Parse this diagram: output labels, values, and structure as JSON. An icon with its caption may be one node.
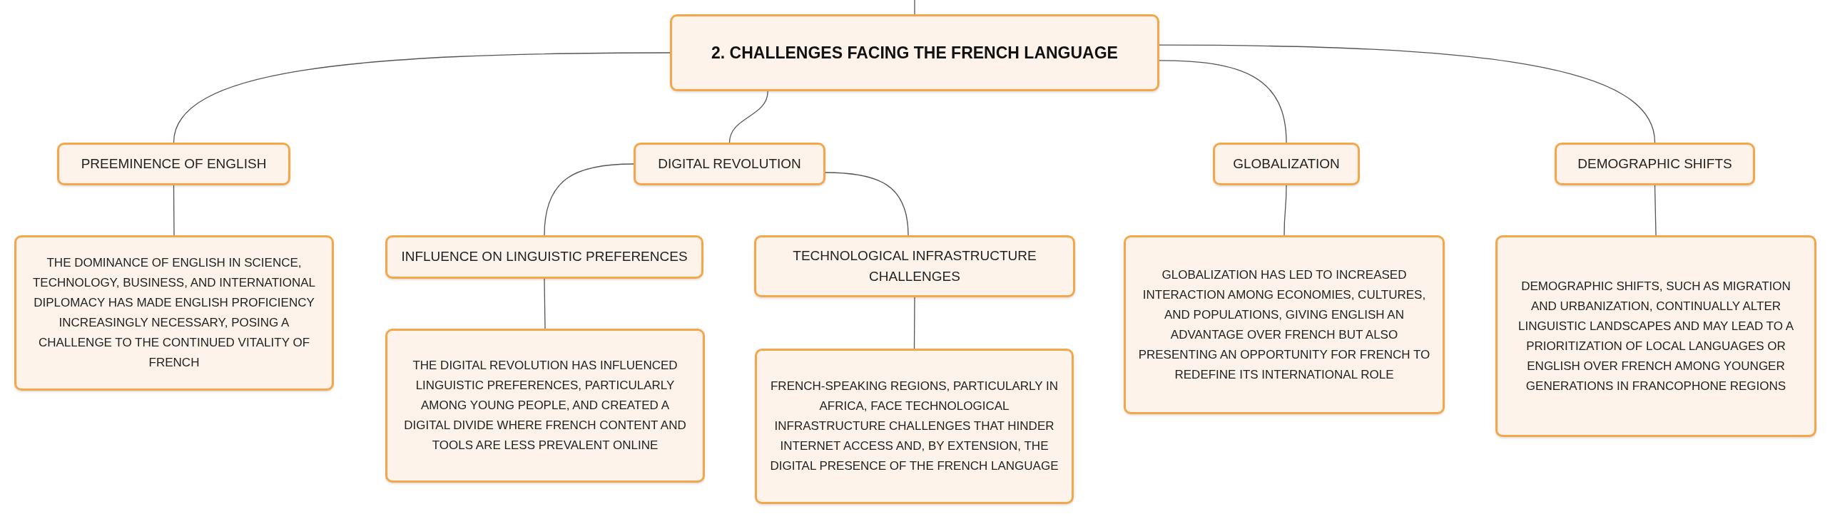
{
  "diagram": {
    "nodes": [
      {
        "text": [
          "2. CHALLENGES FACING THE FRENCH LANGUAGE"
        ]
      },
      {
        "text": [
          "PREEMINENCE OF ENGLISH"
        ]
      },
      {
        "text": [
          "THE DOMINANCE OF ENGLISH IN SCIENCE, TECHNOLOGY, BUSINESS, AND INTERNATIONAL DIPLOMACY HAS MADE ENGLISH PROFICIENCY INCREASINGLY NECESSARY, POSING A CHALLENGE TO THE CONTINUED VITALITY OF FRENCH"
        ]
      },
      {
        "text": [
          "DIGITAL REVOLUTION"
        ]
      },
      {
        "text": [
          "INFLUENCE ON LINGUISTIC PREFERENCES"
        ]
      },
      {
        "text": [
          "THE DIGITAL REVOLUTION HAS INFLUENCED LINGUISTIC PREFERENCES, PARTICULARLY AMONG YOUNG PEOPLE, AND CREATED A DIGITAL DIVIDE WHERE FRENCH CONTENT AND TOOLS ARE LESS PREVALENT ONLINE"
        ]
      },
      {
        "text": [
          "TECHNOLOGICAL INFRASTRUCTURE CHALLENGES"
        ]
      },
      {
        "text": [
          "FRENCH-SPEAKING REGIONS, PARTICULARLY IN AFRICA, FACE TECHNOLOGICAL INFRASTRUCTURE CHALLENGES THAT HINDER INTERNET ACCESS AND, BY EXTENSION, THE DIGITAL PRESENCE OF THE FRENCH LANGUAGE"
        ]
      },
      {
        "text": [
          "GLOBALIZATION"
        ]
      },
      {
        "text": [
          "GLOBALIZATION HAS LED TO INCREASED INTERACTION AMONG ECONOMIES, CULTURES, AND POPULATIONS, GIVING ENGLISH AN ADVANTAGE OVER FRENCH BUT ALSO PRESENTING AN OPPORTUNITY FOR FRENCH TO REDEFINE ITS INTERNATIONAL ROLE"
        ]
      },
      {
        "text": [
          "DEMOGRAPHIC SHIFTS"
        ]
      },
      {
        "text": [
          "DEMOGRAPHIC SHIFTS, SUCH AS MIGRATION AND URBANIZATION, CONTINUALLY ALTER LINGUISTIC LANDSCAPES AND MAY LEAD TO A PRIORITIZATION OF LOCAL LANGUAGES OR ENGLISH OVER FRENCH AMONG YOUNGER GENERATIONS IN FRANCOPHONE REGIONS"
        ]
      }
    ],
    "edges": [
      {
        "from": null,
        "to": 0,
        "arrow": "none"
      },
      {
        "from": 0,
        "to": 1,
        "arrow": "none"
      },
      {
        "from": 1,
        "to": 2,
        "arrow": "none"
      },
      {
        "from": 0,
        "to": 3,
        "arrow": "none"
      },
      {
        "from": 3,
        "to": 4,
        "arrow": "none"
      },
      {
        "from": 4,
        "to": 5,
        "arrow": "none"
      },
      {
        "from": 3,
        "to": 6,
        "arrow": "none"
      },
      {
        "from": 6,
        "to": 7,
        "arrow": "none"
      },
      {
        "from": 0,
        "to": 8,
        "arrow": "none"
      },
      {
        "from": 8,
        "to": 9,
        "arrow": "none"
      },
      {
        "from": 0,
        "to": 10,
        "arrow": "none"
      },
      {
        "from": 10,
        "to": 11,
        "arrow": "none"
      }
    ]
  }
}
